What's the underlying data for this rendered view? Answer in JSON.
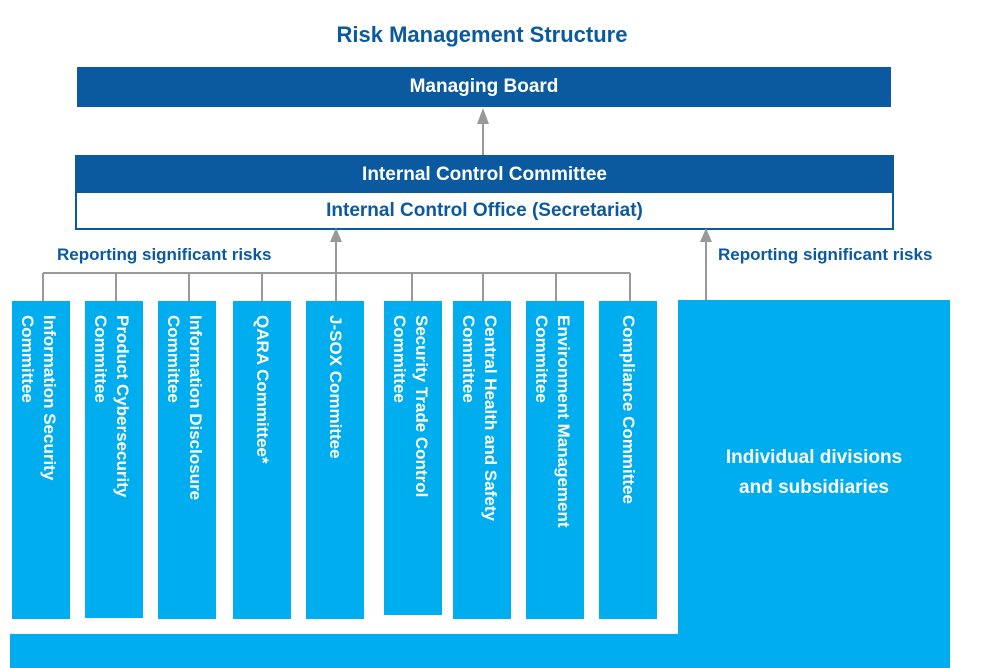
{
  "title": "Risk Management Structure",
  "managing_board": "Managing Board",
  "internal_control_committee": "Internal Control Committee",
  "internal_control_office": "Internal Control Office (Secretariat)",
  "reporting_left": "Reporting significant risks",
  "reporting_right": "Reporting significant risks",
  "committees": [
    {
      "line1": "Information Security",
      "line2": "Committee"
    },
    {
      "line1": "Product Cybersecurity",
      "line2": "Committee"
    },
    {
      "line1": "Information Disclosure",
      "line2": "Committee"
    },
    {
      "line1": "QARA Committee*",
      "line2": ""
    },
    {
      "line1": "J-SOX Committee",
      "line2": ""
    },
    {
      "line1": "Security Trade Control",
      "line2": "Committee"
    },
    {
      "line1": "Central Health and Safety",
      "line2": "Committee"
    },
    {
      "line1": "Environment Management",
      "line2": "Committee"
    },
    {
      "line1": "Compliance Committee",
      "line2": ""
    }
  ],
  "divisions": {
    "line1": "Individual divisions",
    "line2": "and subsidiaries"
  },
  "colors": {
    "dark_blue": "#0b5aa0",
    "light_blue": "#00adef",
    "connector": "#999999"
  }
}
